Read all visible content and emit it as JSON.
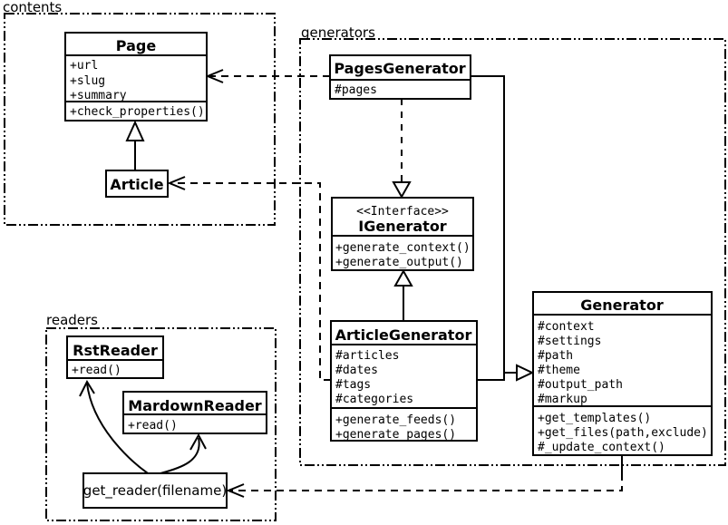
{
  "packages": {
    "contents": {
      "label": "contents"
    },
    "generators": {
      "label": "generators"
    },
    "readers": {
      "label": "readers"
    }
  },
  "classes": {
    "page": {
      "title": "Page",
      "attributes": [
        "+url",
        "+slug",
        "+summary"
      ],
      "methods": [
        "+check_properties()"
      ]
    },
    "article": {
      "title": "Article"
    },
    "pages_generator": {
      "title": "PagesGenerator",
      "attributes": [
        "#pages"
      ]
    },
    "igenerator": {
      "stereotype": "<<Interface>>",
      "title": "IGenerator",
      "methods": [
        "+generate_context()",
        "+generate_output()"
      ]
    },
    "article_generator": {
      "title": "ArticleGenerator",
      "attributes": [
        "#articles",
        "#dates",
        "#tags",
        "#categories"
      ],
      "methods": [
        "+generate_feeds()",
        "+generate_pages()"
      ]
    },
    "generator": {
      "title": "Generator",
      "attributes": [
        "#context",
        "#settings",
        "#path",
        "#theme",
        "#output_path",
        "#markup"
      ],
      "methods": [
        "+get_templates()",
        "+get_files(path,exclude)",
        "#_update_context()"
      ]
    },
    "rst_reader": {
      "title": "RstReader",
      "methods": [
        "+read()"
      ]
    },
    "markdown_reader": {
      "title": "MardownReader",
      "methods": [
        "+read()"
      ]
    },
    "get_reader": {
      "label": "get_reader(filename)"
    }
  },
  "relations": [
    {
      "type": "dependency",
      "from": "PagesGenerator",
      "to": "Page"
    },
    {
      "type": "dependency",
      "from": "ArticleGenerator",
      "to": "Article"
    },
    {
      "type": "realization",
      "from": "PagesGenerator",
      "to": "IGenerator"
    },
    {
      "type": "inheritance",
      "from": "ArticleGenerator",
      "to": "IGenerator"
    },
    {
      "type": "inheritance",
      "from": "PagesGenerator",
      "to": "Generator"
    },
    {
      "type": "inheritance",
      "from": "ArticleGenerator",
      "to": "Generator"
    },
    {
      "type": "inheritance",
      "from": "Article",
      "to": "Page"
    },
    {
      "type": "dependency",
      "from": "Generator",
      "to": "get_reader"
    },
    {
      "type": "arrow",
      "from": "get_reader",
      "to": "RstReader"
    },
    {
      "type": "arrow",
      "from": "get_reader",
      "to": "MardownReader"
    }
  ],
  "colors": {
    "line": "#000000",
    "background": "#ffffff"
  }
}
